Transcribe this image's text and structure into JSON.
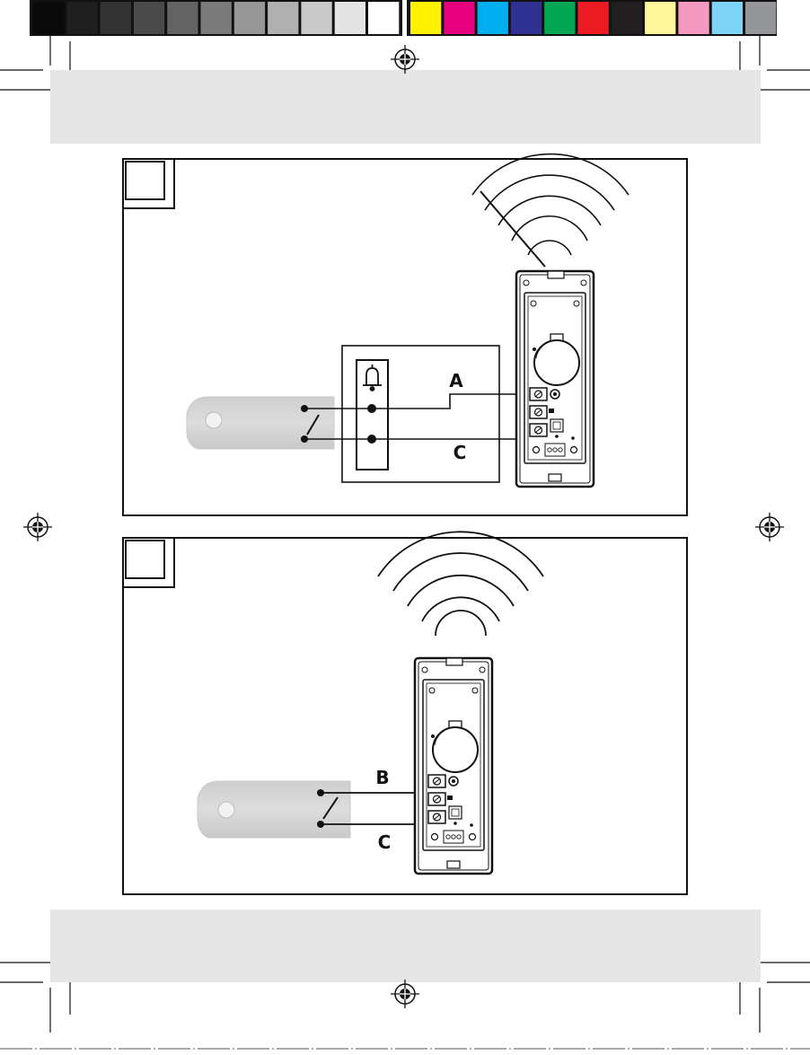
{
  "color_bar": {
    "grays": [
      "#0a0a0a",
      "#1f1f1f",
      "#333333",
      "#4a4a4a",
      "#636363",
      "#7b7b7b",
      "#969696",
      "#b0b0b0",
      "#cacaca",
      "#e4e4e4",
      "#ffffff"
    ],
    "colors": [
      "#fff200",
      "#e6007e",
      "#00aeef",
      "#2e3192",
      "#00a651",
      "#ed1c24",
      "#231f20",
      "#fff799",
      "#f49ac1",
      "#7fd3f7",
      "#939598"
    ]
  },
  "band_color": "#e6e6e6",
  "figure_1": {
    "number": "",
    "labels": {
      "a": "A",
      "c": "C"
    }
  },
  "figure_2": {
    "number": "",
    "labels": {
      "b": "B",
      "c": "C"
    }
  }
}
